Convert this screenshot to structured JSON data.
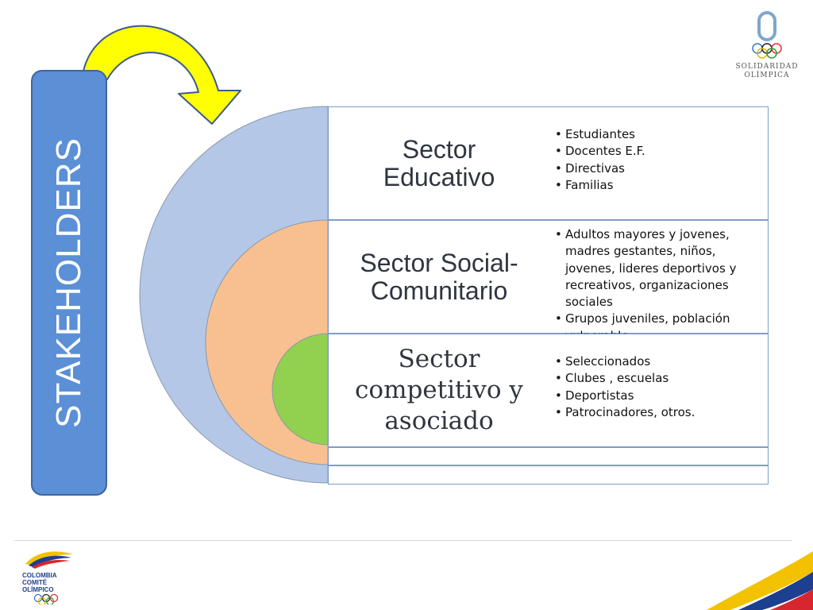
{
  "stakeholders_label": "STAKEHOLDERS",
  "sectors": [
    {
      "title": "Sector Educativo",
      "items": [
        "Estudiantes",
        "Docentes E.F.",
        "Directivas",
        "Familias"
      ]
    },
    {
      "title": "Sector Social-Comunitario",
      "items": [
        "Adultos mayores y jovenes, madres gestantes, niños, jovenes, lideres deportivos y recreativos, organizaciones sociales",
        "Grupos juveniles, población vulnerable."
      ]
    },
    {
      "title": "Sector competitivo y asociado",
      "items": [
        "Seleccionados",
        "Clubes , escuelas",
        "Deportistas",
        "Patrocinadores, otros."
      ]
    }
  ],
  "logo_top_right": "SOLIDARIDAD OLÍMPICA",
  "logo_bottom_left": "COLOMBIA COMITÉ OLÍMPICO",
  "colors": {
    "stakeholders_bar": "#5b8fd6",
    "outer_arc": "#b4c7e7",
    "middle_arc": "#f8c090",
    "inner_arc": "#92d050",
    "arrow": "#ffff00"
  }
}
